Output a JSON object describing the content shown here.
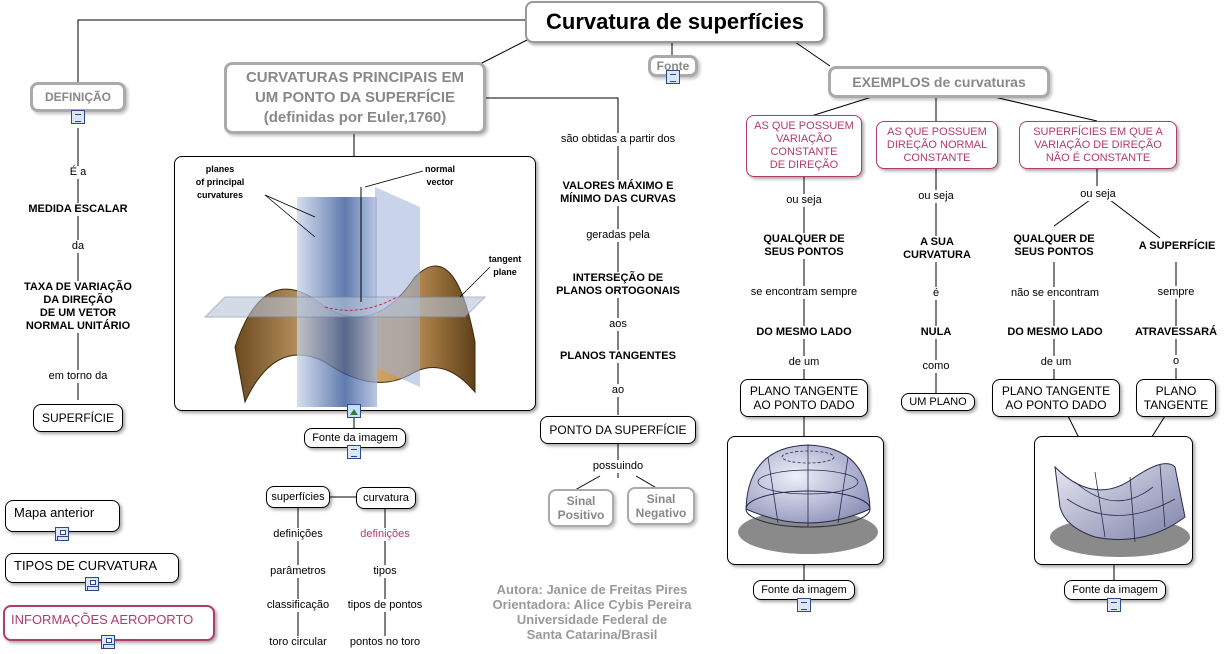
{
  "title": "Curvatura de superfícies",
  "fonte": "Fonte",
  "definicao": {
    "title": "DEFINIÇÃO",
    "link1": "É a",
    "n1": "MEDIDA ESCALAR",
    "link2": "da",
    "n2": "TAXA DE VARIAÇÃO\nDA DIREÇÃO\nDE UM VETOR\nNORMAL UNITÁRIO",
    "link3": "em torno da",
    "n3": "SUPERFÍCIE"
  },
  "principais": {
    "title": "CURVATURAS PRINCIPAIS EM\nUM PONTO DA SUPERFÍCIE\n(definidas por Euler,1760)",
    "figure": {
      "planes": "planes\nof principal\ncurvatures",
      "normal": "normal\nvector",
      "tangent": "tangent\nplane"
    },
    "fonte_imagem": "Fonte da imagem",
    "chain": [
      "são obtidas a partir dos",
      "VALORES MÁXIMO E\nMÍNIMO DAS CURVAS",
      "geradas pela",
      "INTERSEÇÃO DE\nPLANOS ORTOGONAIS",
      "aos",
      "PLANOS TANGENTES",
      "ao"
    ],
    "ponto": "PONTO DA SUPERFÍCIE",
    "possuindo": "possuindo",
    "sinal_positivo": "Sinal\nPositivo",
    "sinal_negativo": "Sinal\nNegativo"
  },
  "nav_left": {
    "superficies": "superfícies",
    "superficies_items": [
      "definições",
      "parâmetros",
      "classificação",
      "toro circular"
    ],
    "curvatura": "curvatura",
    "curvatura_items": [
      "definições",
      "tipos",
      "tipos de pontos",
      "pontos no toro"
    ]
  },
  "side_links": {
    "mapa_anterior": "Mapa anterior",
    "tipos": "TIPOS DE CURVATURA",
    "info": "INFORMAÇÕES AEROPORTO"
  },
  "credits": "Autora: Janice de Freitas Pires\nOrientadora: Alice Cybis Pereira\nUniversidade Federal de\nSanta Catarina/Brasil",
  "exemplos": {
    "title": "EXEMPLOS de curvaturas",
    "col1": {
      "head": "AS QUE POSSUEM\nVARIAÇÃO\nCONSTANTE\nDE DIREÇÃO",
      "ou_seja": "ou seja",
      "n1": "QUALQUER DE\nSEUS PONTOS",
      "l2": "se encontram sempre",
      "n2": "DO MESMO LADO",
      "l3": "de um",
      "n3": "PLANO TANGENTE\nAO PONTO DADO",
      "fonte": "Fonte da imagem"
    },
    "col2": {
      "head": "AS QUE POSSUEM\nDIREÇÃO NORMAL\nCONSTANTE",
      "ou_seja": "ou seja",
      "n1": "A SUA\nCURVATURA",
      "l2": "é",
      "n2": "NULA",
      "l3": "como",
      "n3": "UM PLANO"
    },
    "col3": {
      "head": "SUPERFÍCIES EM QUE A\nVARIAÇÃO DE  DIREÇÃO\nNÃO É CONSTANTE",
      "ou_seja": "ou seja",
      "a_n1": "QUALQUER DE\nSEUS PONTOS",
      "a_l2": "não se encontram",
      "a_n2": "DO MESMO LADO",
      "a_l3": "de um",
      "a_n3": "PLANO TANGENTE\nAO PONTO DADO",
      "b_n1": "A SUPERFÍCIE",
      "b_l2": "sempre",
      "b_n2": "ATRAVESSARÁ",
      "b_l3": "o",
      "b_n3": "PLANO\nTANGENTE",
      "fonte": "Fonte da imagem"
    }
  },
  "icons": {
    "doc": "document-icon",
    "map": "concept-map-icon",
    "img": "image-icon"
  },
  "colors": {
    "gray_node": "#aaaaaa",
    "pink_node": "#b23b6b",
    "credit": "#9a9a9a"
  }
}
